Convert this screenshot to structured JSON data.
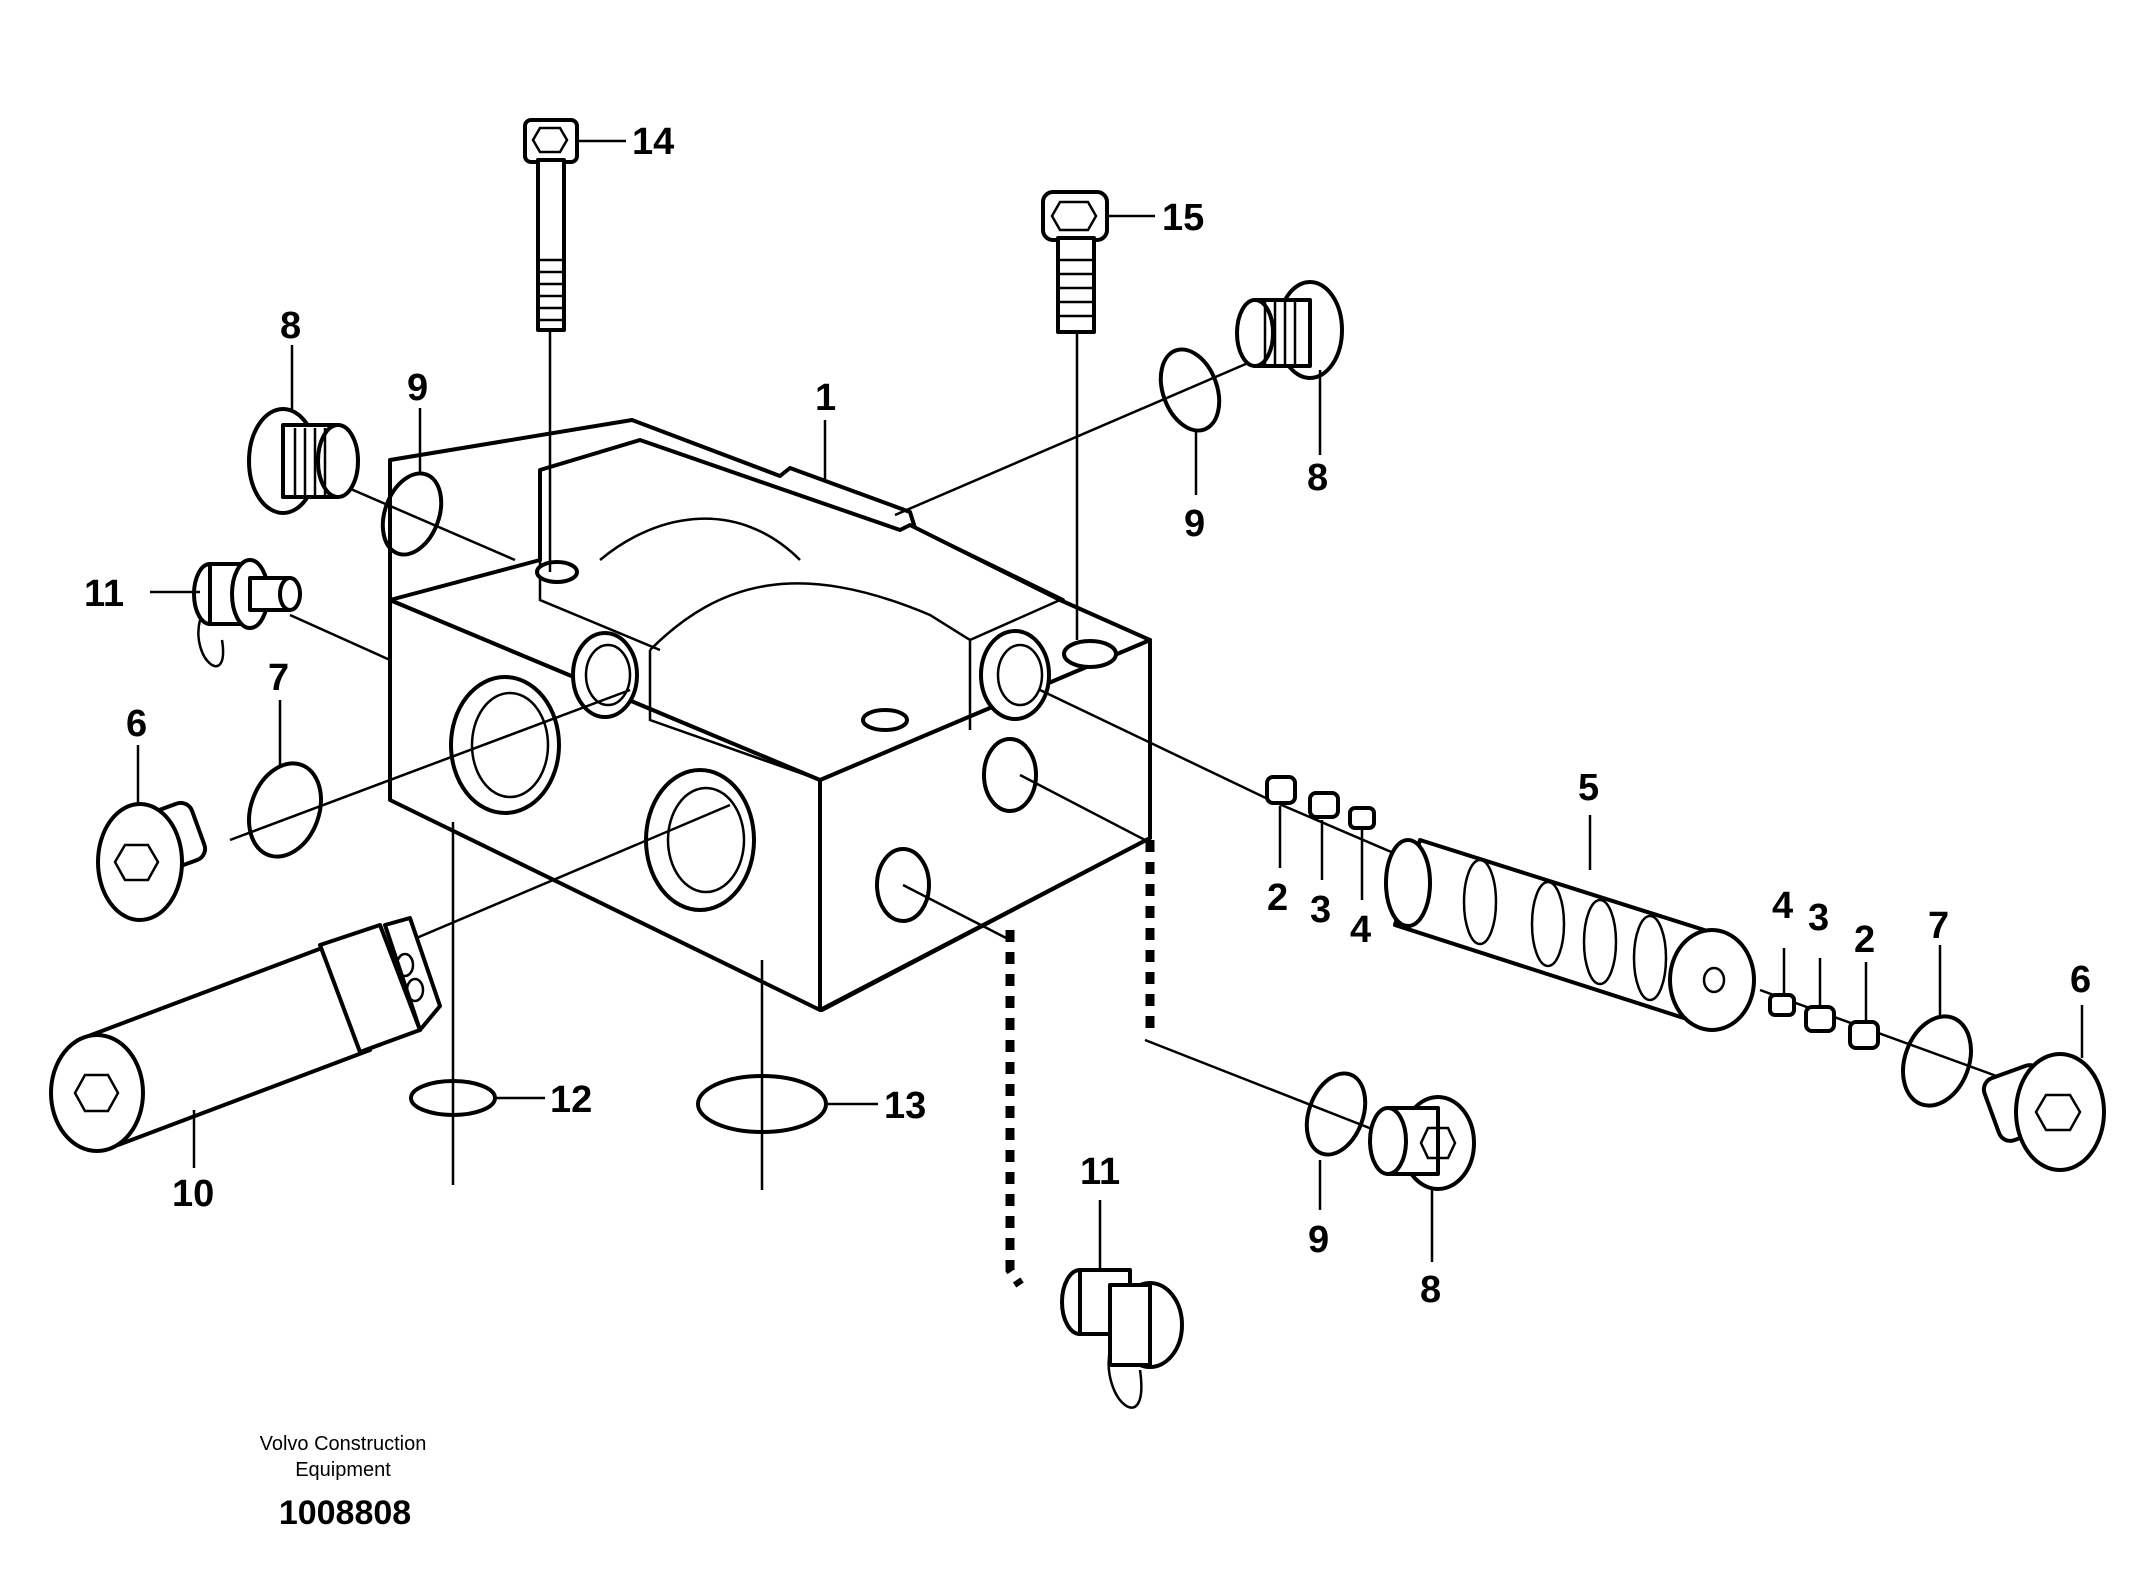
{
  "diagram": {
    "callouts": {
      "c1": "1",
      "c2a": "2",
      "c3a": "3",
      "c4a": "4",
      "c5": "5",
      "c4b": "4",
      "c3b": "3",
      "c2b": "2",
      "c6a": "6",
      "c6b": "6",
      "c7a": "7",
      "c7b": "7",
      "c8a": "8",
      "c8b": "8",
      "c8c": "8",
      "c9a": "9",
      "c9b": "9",
      "c9c": "9",
      "c10": "10",
      "c11a": "11",
      "c11b": "11",
      "c12": "12",
      "c13": "13",
      "c14": "14",
      "c15": "15"
    },
    "footer": {
      "line1": "Volvo Construction",
      "line2": "Equipment",
      "number": "1008808"
    }
  }
}
